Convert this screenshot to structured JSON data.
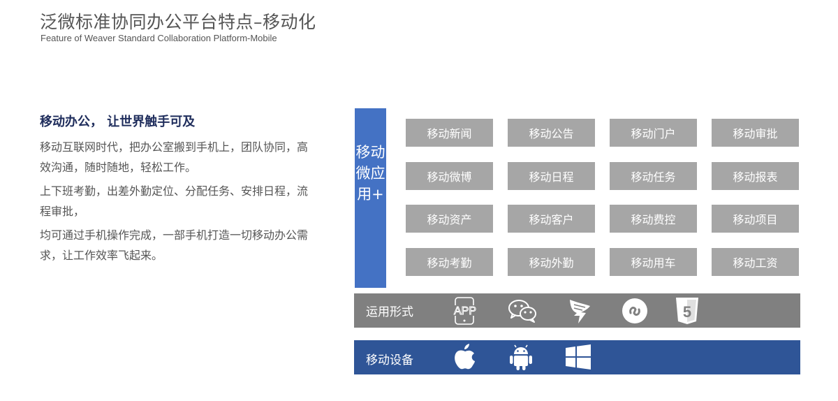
{
  "header": {
    "title": "泛微标准协同办公平台特点–移动化",
    "subtitle": "Feature of Weaver Standard Collaboration Platform-Mobile"
  },
  "intro": {
    "heading": "移动办公，  让世界触手可及",
    "paragraphs": [
      "移动互联网时代，把办公室搬到手机上，团队协同，高效沟通，随时随地，轻松工作。",
      "上下班考勤，出差外勤定位、分配任务、安排日程，流程审批，",
      "均可通过手机操作完成，一部手机打造一切移动办公需求，让工作效率飞起来。"
    ]
  },
  "mobile_apps": {
    "label": "移动微应用+",
    "items": [
      "移动新闻",
      "移动公告",
      "移动门户",
      "移动审批",
      "移动微博",
      "移动日程",
      "移动任务",
      "移动报表",
      "移动资产",
      "移动客户",
      "移动费控",
      "移动项目",
      "移动考勤",
      "移动外勤",
      "移动用车",
      "移动工资"
    ]
  },
  "forms": {
    "label": "运用形式",
    "icons": [
      "app-icon",
      "wechat-icon",
      "dingtalk-icon",
      "mini-program-icon",
      "html5-icon"
    ],
    "app_text": "APP",
    "html5_text": "5"
  },
  "devices": {
    "label": "移动设备",
    "icons": [
      "apple-icon",
      "android-icon",
      "windows-icon"
    ]
  },
  "colors": {
    "accent_blue": "#4472c4",
    "device_bar": "#2f5597",
    "form_bar": "#808080",
    "tile": "#a6a6a6",
    "heading": "#1f2d5c"
  }
}
